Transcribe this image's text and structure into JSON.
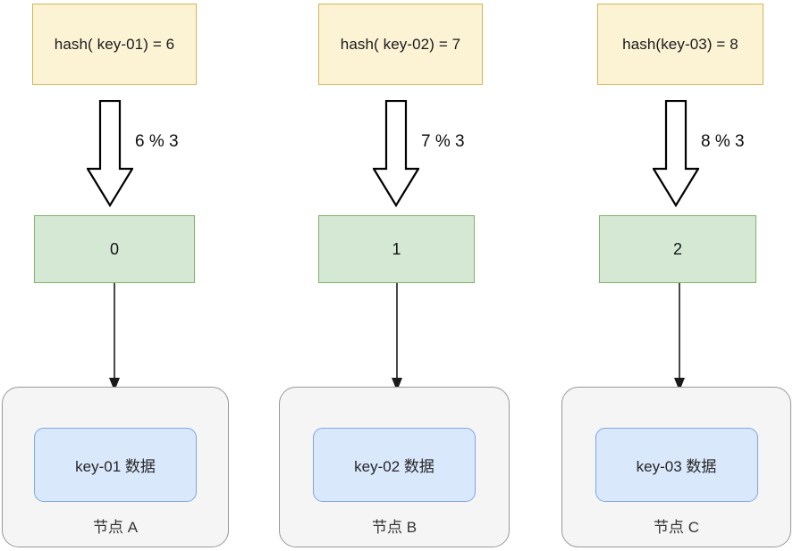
{
  "diagram": {
    "title": "hash-modulo-sharding",
    "colors": {
      "hash_fill": "#fcf3d5",
      "hash_border": "#d6b656",
      "bucket_fill": "#d5e8d4",
      "bucket_border": "#82b366",
      "data_fill": "#dae8fc",
      "data_border": "#7ea6e0",
      "node_fill": "#f5f5f5",
      "node_border": "#999999",
      "arrow_stroke": "#000000",
      "connector_stroke": "#1a1a1a"
    },
    "columns": [
      {
        "hash_expression": "hash( key-01) = 6",
        "modulo_label": "6 % 3",
        "bucket": "0",
        "data_label": "key-01 数据",
        "node_label": "节点 A"
      },
      {
        "hash_expression": "hash( key-02) = 7",
        "modulo_label": "7 % 3",
        "bucket": "1",
        "data_label": "key-02 数据",
        "node_label": "节点 B"
      },
      {
        "hash_expression": "hash(key-03) = 8",
        "modulo_label": "8 % 3",
        "bucket": "2",
        "data_label": "key-03 数据",
        "node_label": "节点 C"
      }
    ]
  }
}
